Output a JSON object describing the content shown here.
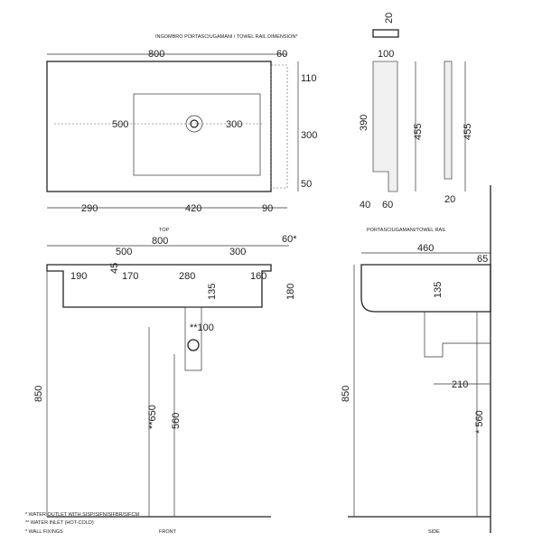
{
  "top_view": {
    "caption": "TOP",
    "header": "INGOMBRO PORTASCIUGAMANI / TOWEL RAIL DIMENSION*",
    "dims": {
      "width": "800",
      "rail": "60",
      "basin_left": "500",
      "basin_right": "300",
      "back": "110",
      "basin_depth": "300",
      "front": "50",
      "left_margin": "290",
      "basin_width": "420",
      "right_margin": "90"
    }
  },
  "towel_rail": {
    "caption": "PORTASCIUGAMANI/TOWEL RAIL",
    "dims": {
      "thickness": "20",
      "depth": "100",
      "inner_height": "390",
      "height_front": "455",
      "height_side": "455",
      "bottom_left": "40",
      "bottom_width": "60",
      "side_width": "20"
    }
  },
  "front_view": {
    "caption": "FRONT",
    "dims": {
      "width": "800",
      "rail": "60*",
      "left": "500",
      "right": "300",
      "d190": "190",
      "d170": "170",
      "d280": "280",
      "d160": "160",
      "d45": "45",
      "d135": "135",
      "d180": "180",
      "inlet": "**100",
      "height": "850",
      "inlet_height": "**650",
      "outlet_height": "560"
    }
  },
  "side_view": {
    "caption": "SIDE",
    "dims": {
      "depth": "460",
      "d65": "65",
      "d135": "135",
      "d210": "210",
      "height": "850",
      "fixing_height": "* 560"
    }
  },
  "notes": [
    "* WATER OUTLET WITH SISP/SIFN/SIFBR/SIFCM",
    "** WATER INLET  (HOT-COLD)",
    "* WALL FIXINGS"
  ]
}
